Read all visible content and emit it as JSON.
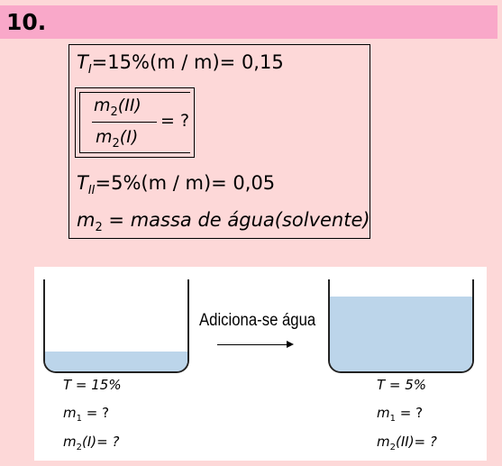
{
  "header": {
    "number": "10."
  },
  "formulas": {
    "ti": {
      "symbol": "T",
      "sub": "I",
      "rest": "=15%(m / m)= 0,15"
    },
    "fraction": {
      "num_sym": "m",
      "num_sub": "2",
      "num_arg": "(II)",
      "den_sym": "m",
      "den_sub": "2",
      "den_arg": "(I)",
      "rhs": "= ?"
    },
    "tii": {
      "symbol": "T",
      "sub": "II",
      "rest": "=5%(m / m)= 0,05"
    },
    "m2": {
      "symbol": "m",
      "sub": "2",
      "rest": " = massa de água(solvente)"
    }
  },
  "diagram": {
    "action": "Adiciona-se água",
    "left": {
      "t": "T = 15%",
      "m1": {
        "sym": "m",
        "sub": "1",
        "rest": " = ?"
      },
      "m2": {
        "sym": "m",
        "sub": "2",
        "rest": "(I)= ?"
      },
      "water_level": 0.22
    },
    "right": {
      "t": "T = 5%",
      "m1": {
        "sym": "m",
        "sub": "1",
        "rest": " = ?"
      },
      "m2": {
        "sym": "m",
        "sub": "2",
        "rest": "(II)= ?"
      },
      "water_level": 0.81
    },
    "water_color": "#bcd5ea"
  }
}
